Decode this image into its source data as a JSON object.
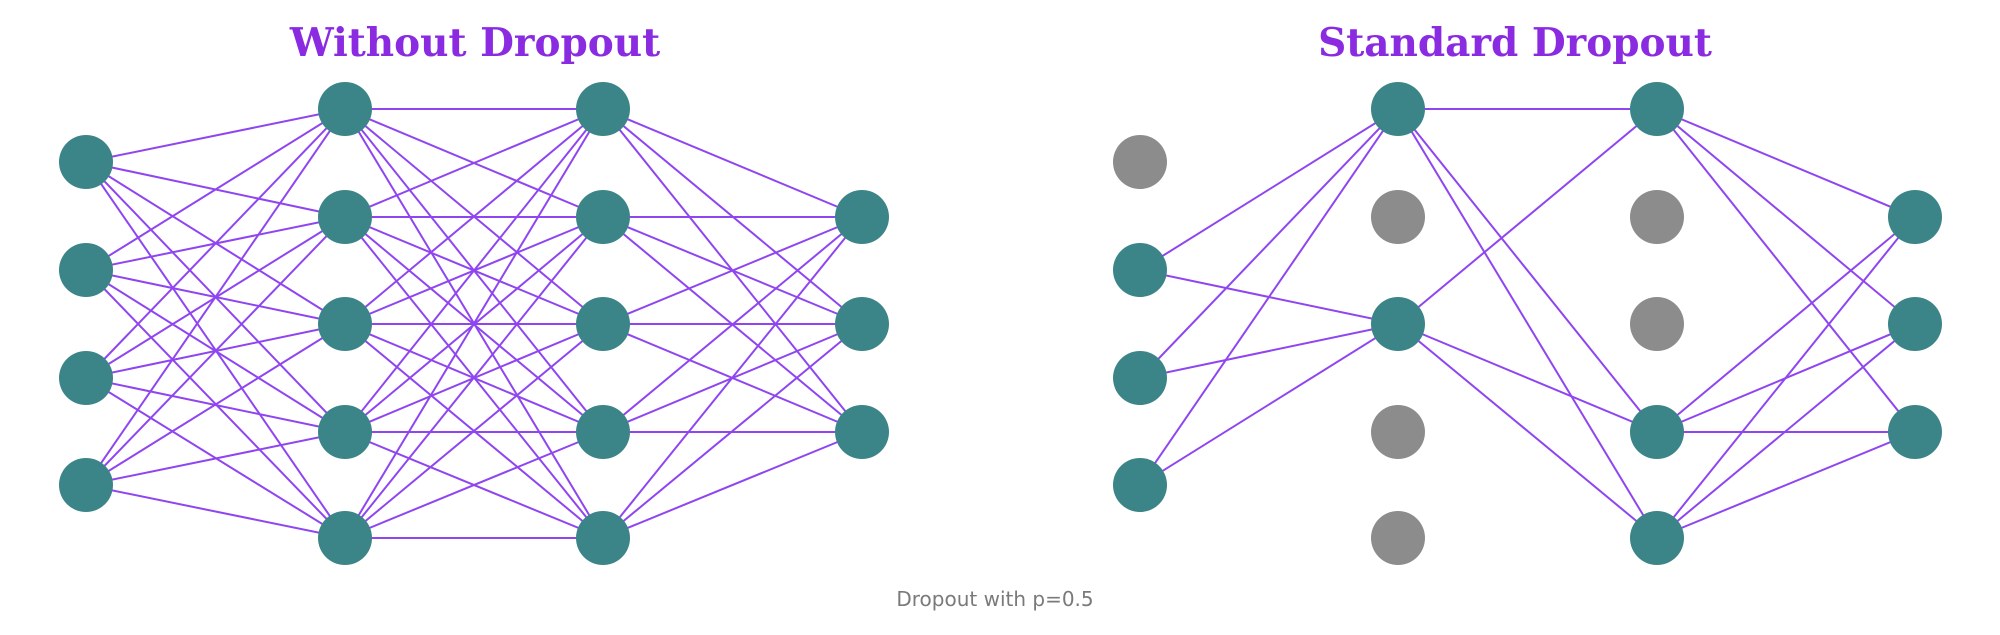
{
  "caption": "Dropout with p=0.5",
  "colors": {
    "title": "#8a2be2",
    "edge": "#8f45f0",
    "active_node": "#3b8589",
    "dropped_node": "#8c8c8c",
    "caption": "#7a7a7a",
    "background": "#ffffff"
  },
  "panels": [
    {
      "id": "without-dropout",
      "title": "Without Dropout",
      "layers": [
        {
          "nodes": [
            {
              "active": true
            },
            {
              "active": true
            },
            {
              "active": true
            },
            {
              "active": true
            }
          ]
        },
        {
          "nodes": [
            {
              "active": true
            },
            {
              "active": true
            },
            {
              "active": true
            },
            {
              "active": true
            },
            {
              "active": true
            }
          ]
        },
        {
          "nodes": [
            {
              "active": true
            },
            {
              "active": true
            },
            {
              "active": true
            },
            {
              "active": true
            },
            {
              "active": true
            }
          ]
        },
        {
          "nodes": [
            {
              "active": true
            },
            {
              "active": true
            },
            {
              "active": true
            }
          ]
        }
      ]
    },
    {
      "id": "standard-dropout",
      "title": "Standard Dropout",
      "layers": [
        {
          "nodes": [
            {
              "active": false
            },
            {
              "active": true
            },
            {
              "active": true
            },
            {
              "active": true
            }
          ]
        },
        {
          "nodes": [
            {
              "active": true
            },
            {
              "active": false
            },
            {
              "active": true
            },
            {
              "active": false
            },
            {
              "active": false
            }
          ]
        },
        {
          "nodes": [
            {
              "active": true
            },
            {
              "active": false
            },
            {
              "active": false
            },
            {
              "active": true
            },
            {
              "active": true
            }
          ]
        },
        {
          "nodes": [
            {
              "active": true
            },
            {
              "active": true
            },
            {
              "active": true
            }
          ]
        }
      ]
    }
  ]
}
